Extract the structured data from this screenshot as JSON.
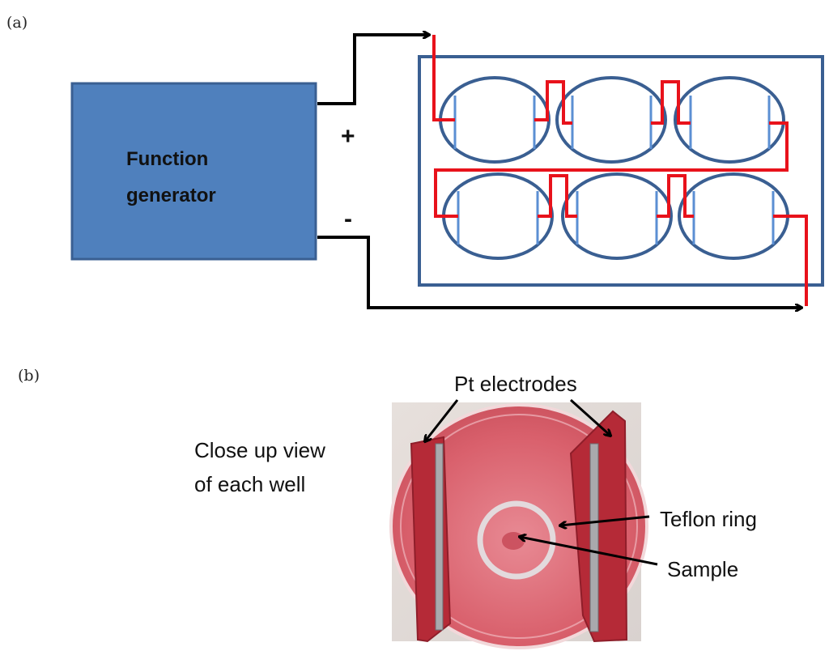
{
  "panel_a": {
    "label": "(a)",
    "generator_line1": "Function",
    "generator_line2": "generator",
    "plus": "+",
    "minus": "-",
    "colors": {
      "generator_fill": "#4f80bd",
      "outline": "#3a5f92",
      "wire_red": "#e8121b",
      "wire_black": "#000000",
      "electrode": "#5b8fd3"
    }
  },
  "panel_b": {
    "label": "(b)",
    "pt_electrodes": "Pt electrodes",
    "closeup_line1": "Close up view",
    "closeup_line2": "of each well",
    "teflon_ring": "Teflon ring",
    "sample": "Sample"
  }
}
